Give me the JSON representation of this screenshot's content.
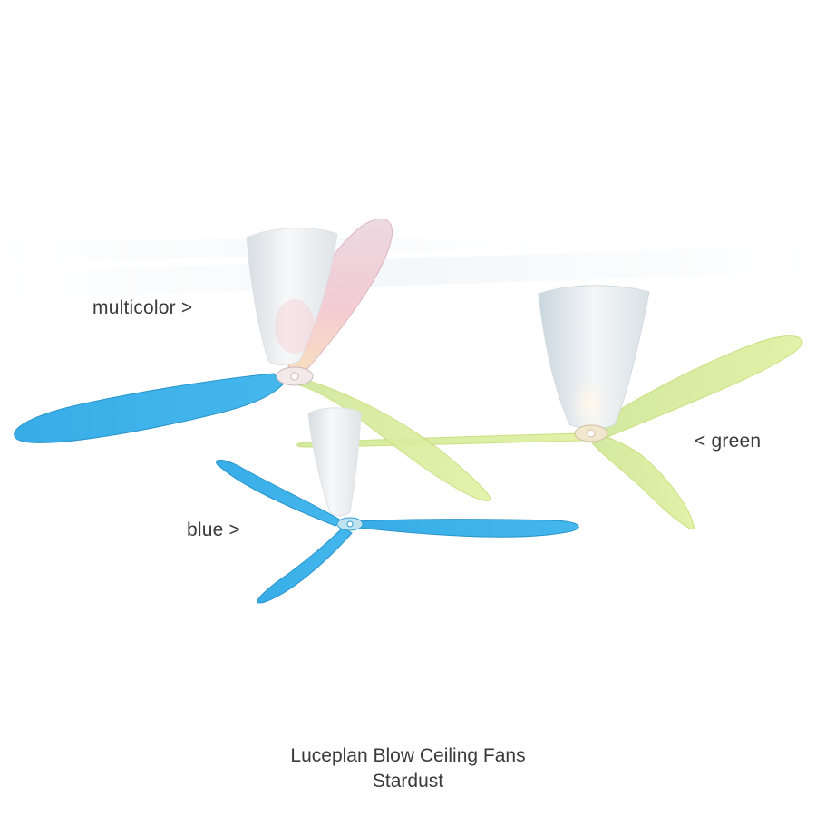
{
  "labels": {
    "multicolor": "multicolor >",
    "green": "< green",
    "blue": "blue >"
  },
  "caption": {
    "title": "Luceplan Blow Ceiling Fans",
    "subtitle": "Stardust"
  },
  "colors": {
    "background": "#ffffff",
    "text": "#3a3a3a",
    "blade_blue": "#2aa7e6",
    "blade_green": "#d4ec9a",
    "blade_pink": "#f2c9cf",
    "shade_white": "#eef1f3"
  },
  "objects": [
    "multicolor-ceiling-fan",
    "green-ceiling-fan",
    "blue-ceiling-fan"
  ]
}
